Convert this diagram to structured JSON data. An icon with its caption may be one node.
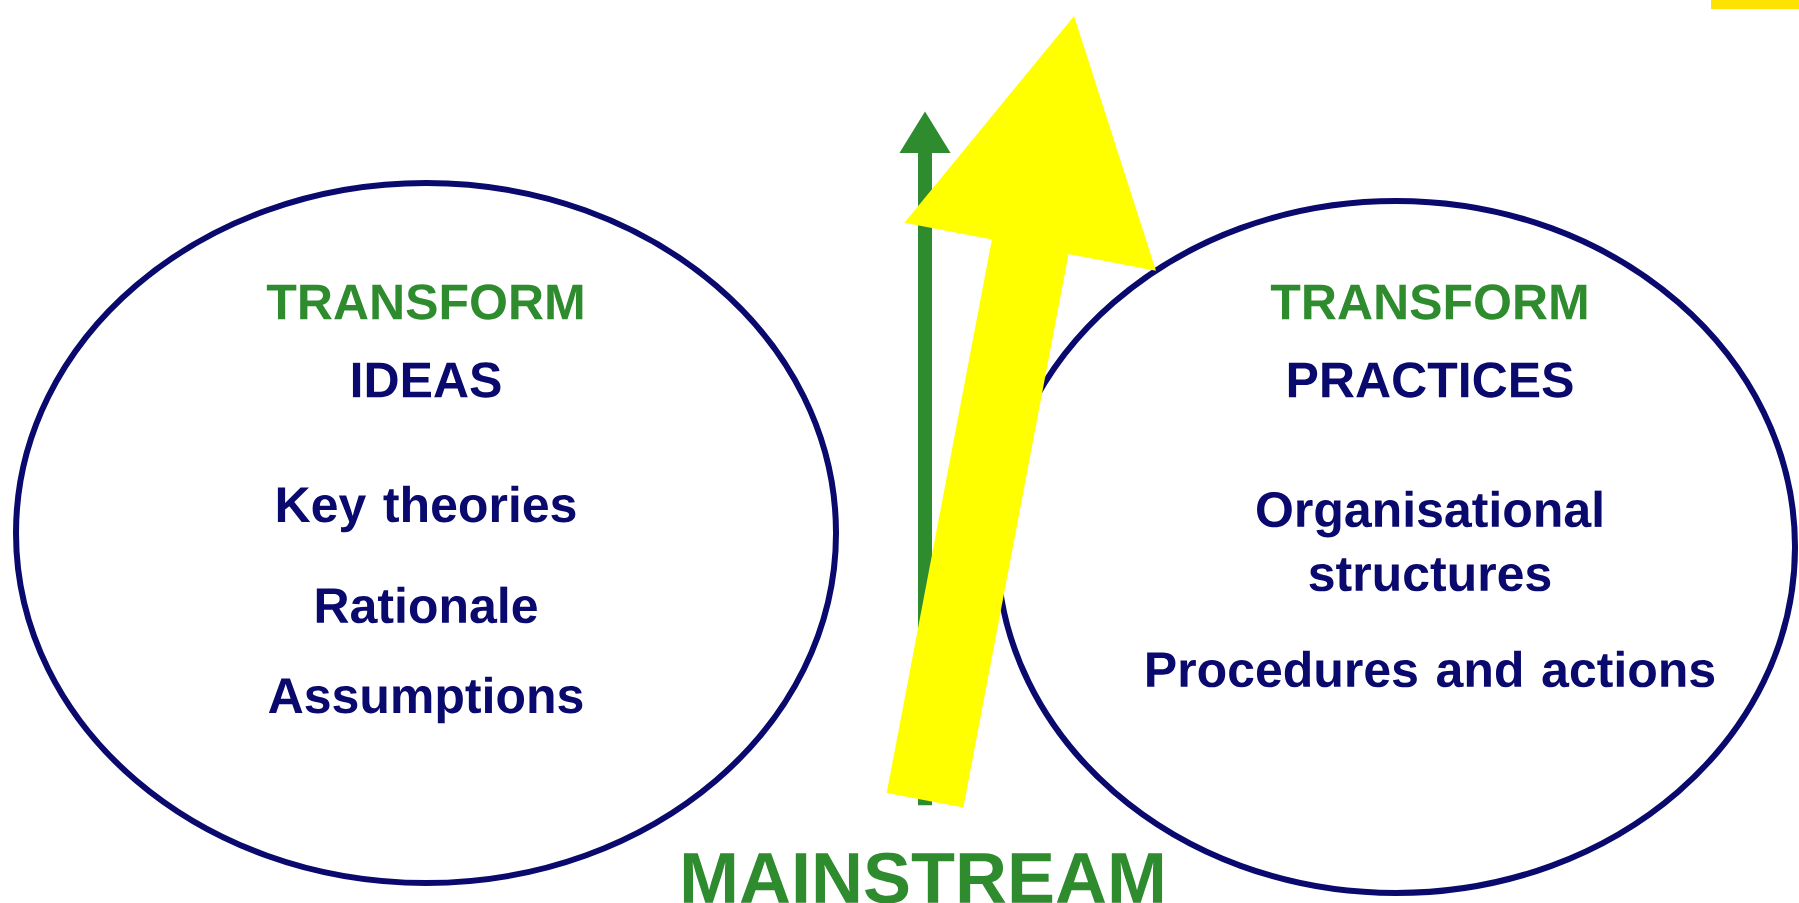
{
  "diagram": {
    "nodes": [
      {
        "text": [
          "TRANSFORM",
          "IDEAS",
          "Key theories",
          "Rationale",
          "Assumptions"
        ]
      },
      {
        "text": [
          "TRANSFORM",
          "PRACTICES",
          "Organisational structures",
          "Procedures and actions"
        ]
      },
      {
        "text": [
          "MAINSTREAM"
        ]
      }
    ],
    "edges": [
      {
        "from": 2,
        "to": null,
        "arrow": "to"
      },
      {
        "from": 2,
        "to": null,
        "arrow": "to",
        "style": "thick",
        "color": "#ffff00"
      }
    ]
  }
}
